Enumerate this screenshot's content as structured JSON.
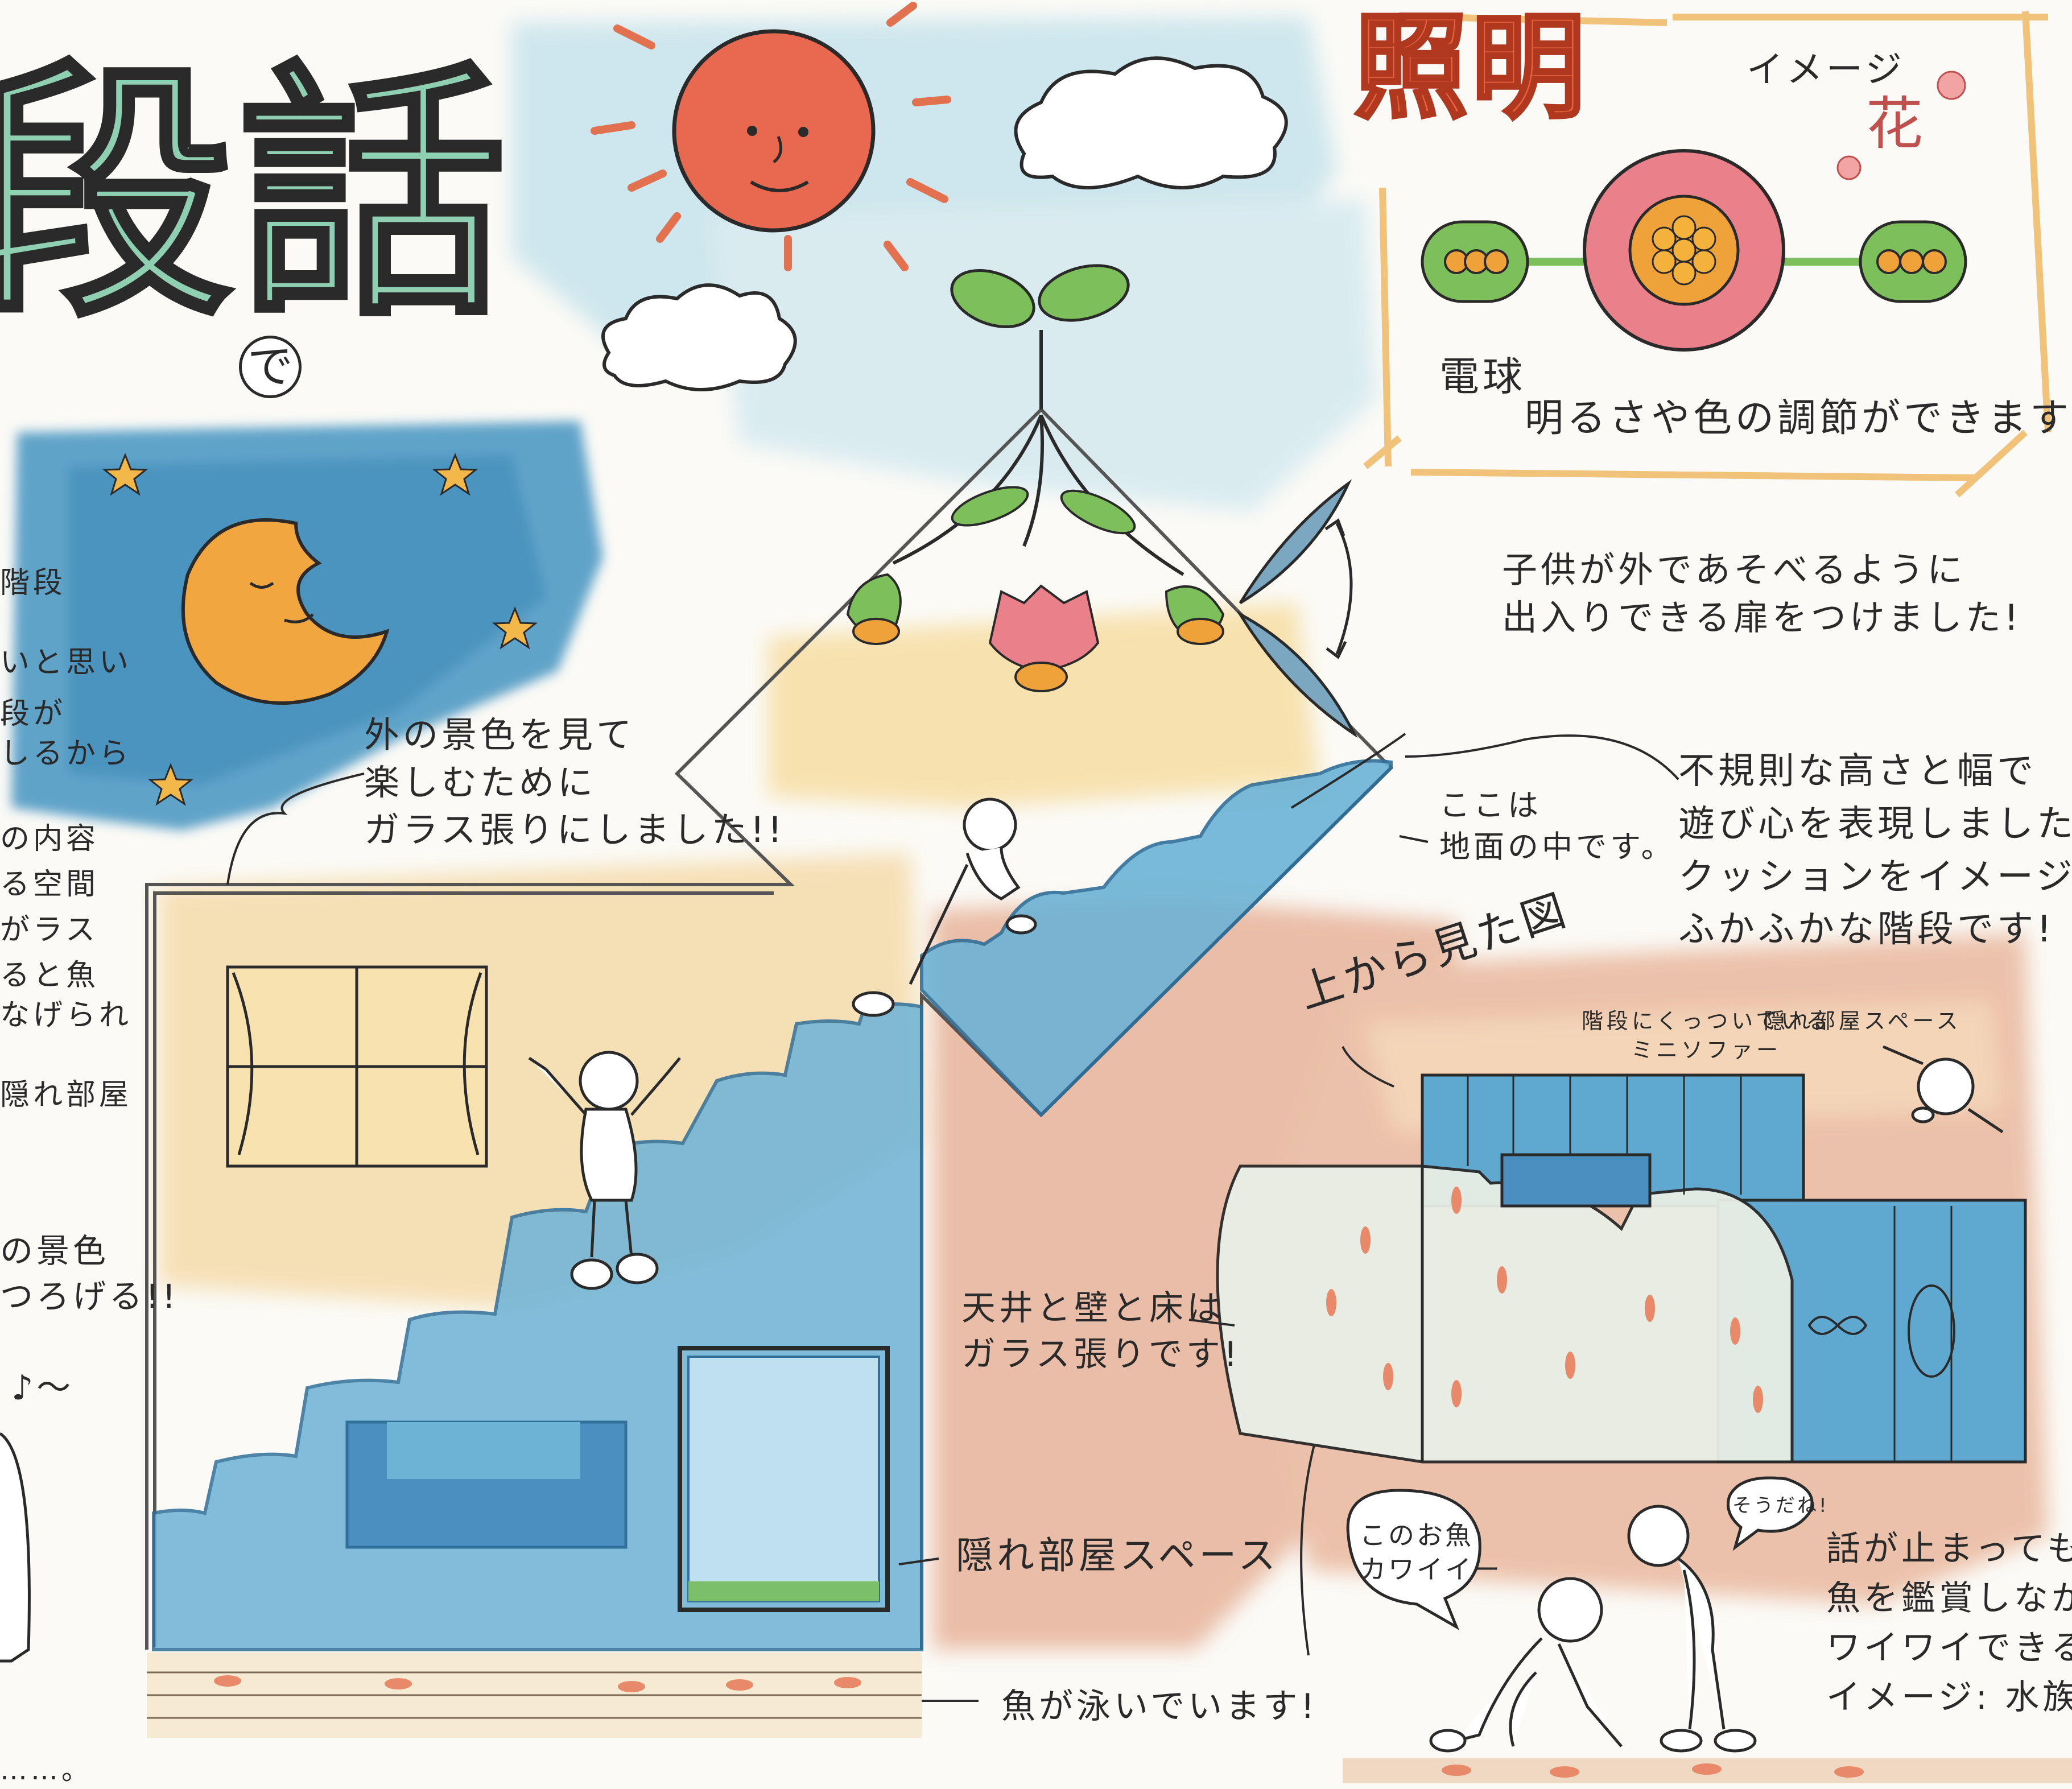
{
  "title": {
    "part1": "段話",
    "de": "で"
  },
  "lighting": {
    "title": "照明",
    "image_label": "イメージ",
    "flower_label": "花",
    "bulb_label": "電球",
    "desc": "明るさや色の調節ができます!!"
  },
  "left_fragments": [
    "階段",
    "いと思い",
    "段が",
    "しるから",
    "の内容",
    "る空間",
    "がラス",
    "ると魚",
    "なげられ",
    "隠れ部屋",
    "の景色",
    "つろげる!!",
    "♪～",
    "……。"
  ],
  "notes": {
    "door": "子供が外であそべるように\n出入りできる扉をつけました!",
    "glass_roof": "外の景色を見て\n楽しむために\nガラス張りにしました!!",
    "underground": "ここは\n地面の中です。",
    "stairs": "不規則な高さと幅で\n遊び心を表現しました!\nクッションをイメージした\nふかふかな階段です!",
    "top_view": "上から見た図",
    "mini_sofa": "階段にくっついている\nミニソファー",
    "hidden_room_top": "隠れ部屋スペース",
    "ceiling_glass": "天井と壁と床は\nガラス張りです!",
    "hidden_room_space": "隠れ部屋スペース",
    "fish_swimming": "魚が泳いでいます!",
    "aquarium": "話が止まっても\n魚を鑑賞しながら\nワイワイできる。\nイメージ: 水族館"
  },
  "speech": {
    "person1": "このお魚\nカワイイー",
    "person2": "そうだね!"
  },
  "colors": {
    "title_green": "#8fcfb2",
    "sun_red": "#e8694f",
    "moon_orange": "#f1a640",
    "water_blue": "#5fa9d1",
    "stair_blue": "#6cb3d6",
    "lighting_red": "#e8623d",
    "flower_pink": "#e9808a",
    "leaf_green": "#7dbf5a",
    "frame_tan": "#f0c27a",
    "sand_orange": "#efbd81",
    "terracotta": "#d9997a"
  }
}
